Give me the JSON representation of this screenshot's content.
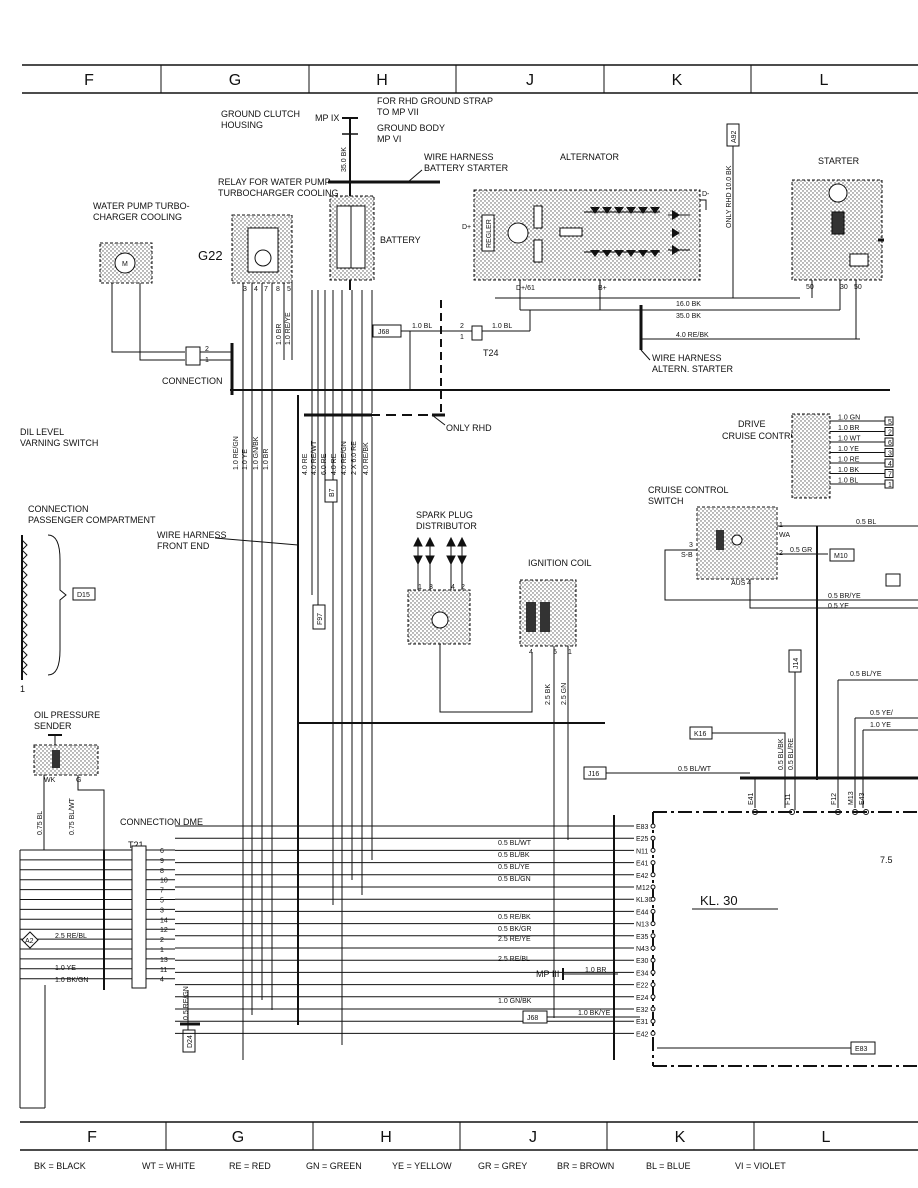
{
  "columns_top": [
    "F",
    "G",
    "H",
    "J",
    "K",
    "L"
  ],
  "columns_bottom": [
    "F",
    "G",
    "H",
    "J",
    "K",
    "L"
  ],
  "components": {
    "ground_clutch": [
      "GROUND CLUTCH",
      "HOUSING"
    ],
    "mp_ix": "MP IX",
    "rhd_strap": [
      "FOR RHD GROUND STRAP",
      "TO MP VII"
    ],
    "ground_body": [
      "GROUND BODY",
      "MP VI"
    ],
    "wire_harness_bat": [
      "WIRE HARNESS",
      "BATTERY STARTER"
    ],
    "alternator": "ALTERNATOR",
    "starter": "STARTER",
    "relay_water_pump": [
      "RELAY FOR WATER PUMP",
      "TURBOCHARGER COOLING"
    ],
    "water_pump": [
      "WATER PUMP TURBO-",
      "CHARGER COOLING"
    ],
    "g22": "G22",
    "battery": "BATTERY",
    "regler": "REGLER",
    "connection": "CONNECTION",
    "t24": "T24",
    "wire_harness_alt": [
      "WIRE HARNESS",
      "ALTERN. STARTER"
    ],
    "only_rhd": "ONLY RHD",
    "only_rhd_vert": "ONLY RHD",
    "oil_level": [
      "DIL LEVEL",
      "VARNING SWITCH"
    ],
    "drive_cruise": [
      "DRIVE",
      "CRUISE CONTROL"
    ],
    "cruise_switch": [
      "CRUISE CONTROL",
      "SWITCH"
    ],
    "conn_passenger": [
      "CONNECTION",
      "PASSENGER COMPARTMENT"
    ],
    "wire_harness_front": [
      "WIRE HARNESS",
      "FRONT END"
    ],
    "spark_plug": [
      "SPARK PLUG",
      "DISTRIBUTOR"
    ],
    "ignition_coil": "IGNITION COIL",
    "oil_pressure": [
      "OIL PRESSURE",
      "SENDER"
    ],
    "connection_dme": "CONNECTION DME",
    "t21": "T21",
    "kl30": "KL. 30",
    "mp_iii": "MP III",
    "num_75": "7.5"
  },
  "tags": {
    "j68a": "J68",
    "j68b": "J68",
    "a92": "A92",
    "b7": "B7",
    "f97": "F97",
    "d15": "D15",
    "m10": "M10",
    "j14": "J14",
    "k16": "K16",
    "j16": "J16",
    "e83": "E83",
    "d24": "D24",
    "a2": "A2"
  },
  "wire_labels": {
    "w_350bk": "35.0 BK",
    "w_350bk_h": "35.0 BK",
    "w_160bk": "16.0 BK",
    "w_40rebk": "4.0 RE/BK",
    "w_10bl_a": "1.0 BL",
    "w_10bl_b": "1.0 BL",
    "w_100bk": "ONLY RHD 10.0 BK",
    "w_10br": "1.0 BR",
    "w_10reye": "1.0 RE/YE",
    "w_wp_list": [
      "1.0 RE/GN",
      "1.0 YE",
      "1.0 GN/BK",
      "1.0 BR"
    ],
    "w_bat_list": [
      "4.0 RE",
      "4.0 RE/WT",
      "6.0 RE",
      "4.0 RE",
      "4.0 RE/GN",
      "2 X 6.0 RE",
      "4.0 RE/BK"
    ],
    "w_25bk": "2.5 BK",
    "w_25gn": "2.5 GN",
    "w_05bl": "0.5 BL",
    "w_05gr": "0.5 GR",
    "w_05brye": "0.5 BR/YE",
    "w_05ye": "0.5 YE",
    "w_05blye": "0.5 BL/YE",
    "w_05yeb": "0.5 YE/",
    "w_10ye_r": "1.0 YE",
    "w_05blwt": "0.5 BL/WT",
    "w_05blbk_v": "0.5 BL/BK",
    "w_05blre_v": "0.5 BL/RE",
    "w_075bl": "0.75 BL",
    "w_075blwt": "0.75 BL/WT",
    "w_05regn": "0.5 RE/GN",
    "w_10br_mp": "1.0 BR",
    "w_10gnbk": "1.0 GN/BK",
    "w_10bkye": "1.0 BK/YE",
    "w_25rebl": "2.5 RE/BL",
    "w_10ye": "1.0 YE",
    "w_10bkgn": "1.0 BK/GN",
    "dme_wires": [
      "0.5 BL/WT",
      "0.5 BL/BK",
      "0.5 BL/YE",
      "0.5 BL/GN",
      "0.5 RE/BK",
      "0.5 BK/GR",
      "2.5 RE/YE",
      "2.5 RE/BL"
    ]
  },
  "cruise_drive_rows": [
    {
      "wire": "1.0 GN",
      "pin": "5"
    },
    {
      "wire": "1.0 BR",
      "pin": "2"
    },
    {
      "wire": "1.0 WT",
      "pin": "6"
    },
    {
      "wire": "1.0 YE",
      "pin": "3"
    },
    {
      "wire": "1.0 RE",
      "pin": "4"
    },
    {
      "wire": "1.0 BK",
      "pin": "7"
    },
    {
      "wire": "1.0 BL",
      "pin": "1"
    }
  ],
  "t21_pins": [
    "6",
    "9",
    "8",
    "10",
    "7",
    "5",
    "3",
    "14",
    "12",
    "2",
    "1",
    "13",
    "11",
    "4"
  ],
  "dme_terminals": [
    "E83",
    "E25",
    "N11",
    "E41",
    "E42",
    "M12",
    "KL30",
    "E44",
    "N13",
    "E35",
    "N43",
    "E30",
    "E34",
    "E22",
    "E24",
    "E32",
    "E31",
    "E42"
  ],
  "pins": {
    "wp_relay": [
      "3",
      "4",
      "7",
      "8",
      "5"
    ],
    "coil": [
      "4",
      "5",
      "1"
    ],
    "dist": [
      "1",
      "3",
      "4",
      "2"
    ],
    "starter": [
      "50",
      "30",
      "50"
    ],
    "cruise_sw": [
      "1",
      "2",
      "3"
    ],
    "cruise_sw_tags": [
      "WA",
      "S-B",
      "AUS",
      "4"
    ],
    "t24": [
      "2",
      "1"
    ],
    "conn_pins": [
      "2",
      "1"
    ],
    "alt": [
      "D+/61",
      "B+",
      "D-"
    ],
    "oil_p": [
      "WK",
      "G"
    ],
    "mp_flags": [
      "E41",
      "F11",
      "F12",
      "M13",
      "E43"
    ]
  },
  "legend": [
    "BK = BLACK",
    "WT = WHITE",
    "RE = RED",
    "GN = GREEN",
    "YE = YELLOW",
    "GR = GREY",
    "BR = BROWN",
    "BL = BLUE",
    "VI = VIOLET"
  ]
}
